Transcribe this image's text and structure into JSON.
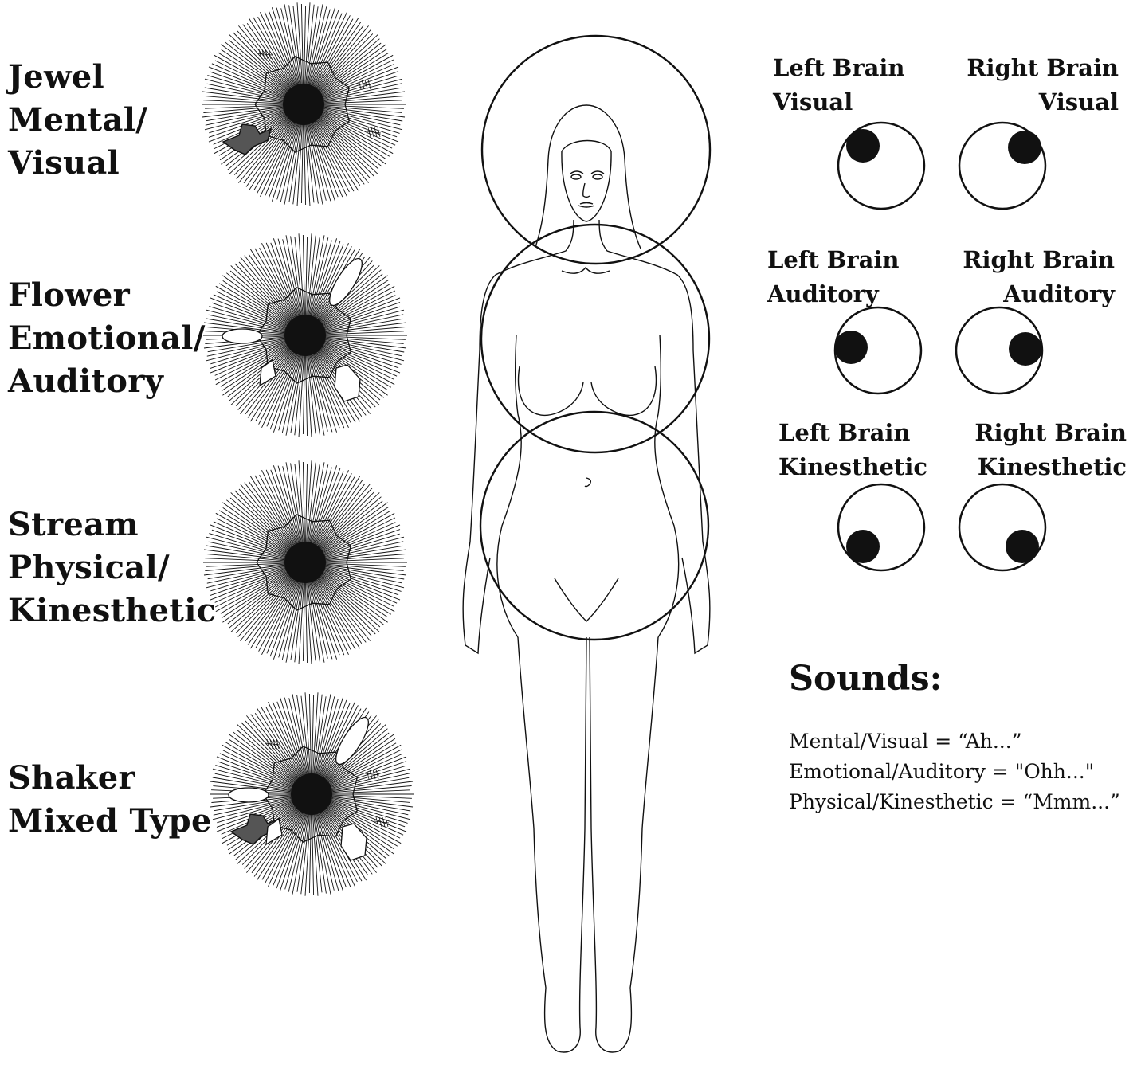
{
  "types": [
    {
      "line1": "Jewel",
      "line2": "Mental/",
      "line3": "Visual",
      "features": [
        "jewel"
      ]
    },
    {
      "line1": "Flower",
      "line2": "Emotional/",
      "line3": "Auditory",
      "features": [
        "flower"
      ]
    },
    {
      "line1": "Stream",
      "line2": "Physical/",
      "line3": "Kinesthetic",
      "features": []
    },
    {
      "line1": "Shaker",
      "line2": "Mixed Type",
      "line3": "",
      "features": [
        "jewel",
        "flower"
      ]
    }
  ],
  "eyes": [
    {
      "line1": "Left Brain",
      "line2": "Visual",
      "side": "left",
      "pupil": "upper-left"
    },
    {
      "line1": "Right Brain",
      "line2": "Visual",
      "side": "right",
      "pupil": "upper-right"
    },
    {
      "line1": "Left Brain",
      "line2": "Auditory",
      "side": "left",
      "pupil": "left"
    },
    {
      "line1": "Right Brain",
      "line2": "Auditory",
      "side": "right",
      "pupil": "right"
    },
    {
      "line1": "Left Brain",
      "line2": "Kinesthetic",
      "side": "left",
      "pupil": "lower-left"
    },
    {
      "line1": "Right Brain",
      "line2": "Kinesthetic",
      "side": "right",
      "pupil": "lower-right"
    }
  ],
  "sounds": {
    "title": "Sounds:",
    "items": [
      "Mental/Visual  = “Ah...”",
      "Emotional/Auditory = \"Ohh...\"",
      "Physical/Kinesthetic = “Mmm...”"
    ]
  },
  "colors": {
    "ink": "#111111",
    "shape_fill": "#555555"
  }
}
